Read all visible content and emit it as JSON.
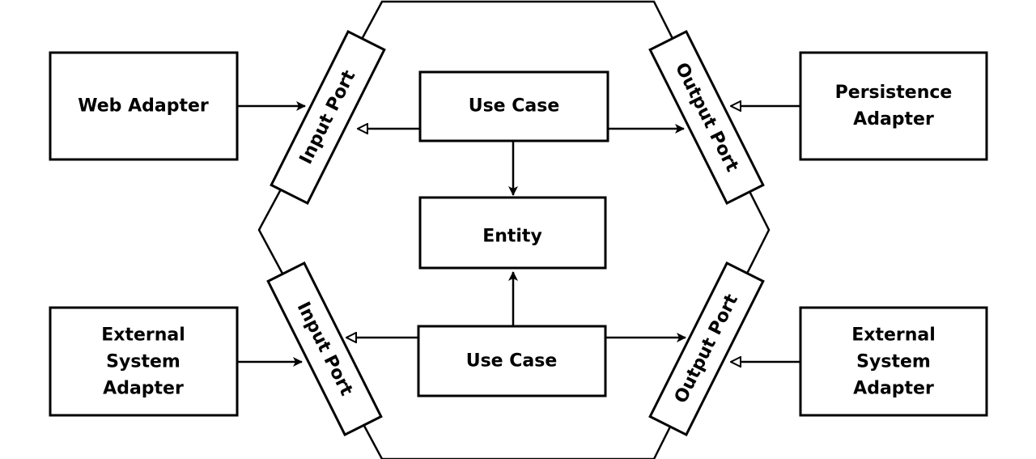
{
  "nodes": {
    "web_adapter": {
      "lines": [
        "Web Adapter"
      ]
    },
    "persistence_adapter": {
      "lines": [
        "Persistence",
        "Adapter"
      ]
    },
    "ext_adapter_left": {
      "lines": [
        "External",
        "System",
        "Adapter"
      ]
    },
    "ext_adapter_right": {
      "lines": [
        "External",
        "System",
        "Adapter"
      ]
    },
    "use_case_top": {
      "lines": [
        "Use Case"
      ]
    },
    "use_case_bottom": {
      "lines": [
        "Use Case"
      ]
    },
    "entity": {
      "lines": [
        "Entity"
      ]
    },
    "input_port_top": {
      "lines": [
        "Input Port"
      ]
    },
    "input_port_bottom": {
      "lines": [
        "Input Port"
      ]
    },
    "output_port_top": {
      "lines": [
        "Output Port"
      ]
    },
    "output_port_bottom": {
      "lines": [
        "Output Port"
      ]
    }
  },
  "edges": [
    {
      "from": "web_adapter",
      "to": "input_port_top",
      "head": "filled"
    },
    {
      "from": "use_case_top",
      "to": "input_port_top",
      "head": "hollow"
    },
    {
      "from": "use_case_top",
      "to": "output_port_top",
      "head": "filled"
    },
    {
      "from": "persistence_adapter",
      "to": "output_port_top",
      "head": "hollow"
    },
    {
      "from": "use_case_top",
      "to": "entity",
      "head": "filled"
    },
    {
      "from": "use_case_bottom",
      "to": "entity",
      "head": "filled"
    },
    {
      "from": "ext_adapter_left",
      "to": "input_port_bottom",
      "head": "filled"
    },
    {
      "from": "use_case_bottom",
      "to": "input_port_bottom",
      "head": "hollow"
    },
    {
      "from": "use_case_bottom",
      "to": "output_port_bottom",
      "head": "filled"
    },
    {
      "from": "ext_adapter_right",
      "to": "output_port_bottom",
      "head": "hollow"
    }
  ]
}
